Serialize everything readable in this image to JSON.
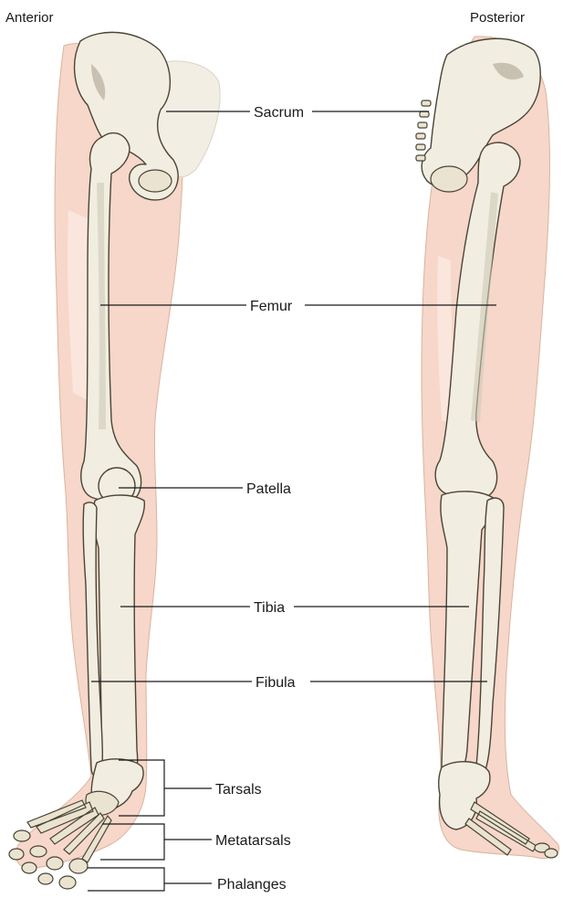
{
  "views": {
    "anterior": "Anterior",
    "posterior": "Posterior"
  },
  "labels": {
    "sacrum": "Sacrum",
    "femur": "Femur",
    "patella": "Patella",
    "tibia": "Tibia",
    "fibula": "Fibula",
    "tarsals": "Tarsals",
    "metatarsals": "Metatarsals",
    "phalanges": "Phalanges"
  },
  "colors": {
    "skin": "#f6d7c9",
    "bone": "#f1ede0",
    "bone_outline": "#4a4436",
    "label_text": "#1a1a1a"
  }
}
